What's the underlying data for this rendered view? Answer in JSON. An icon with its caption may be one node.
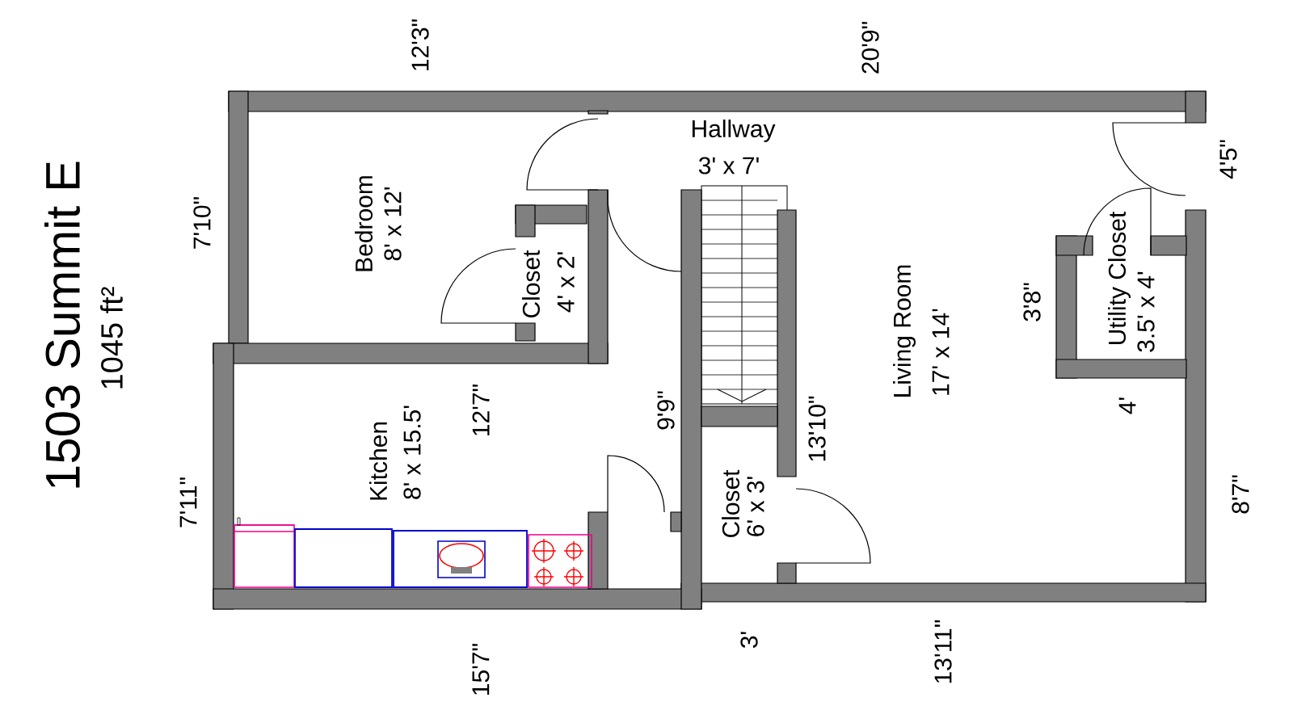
{
  "diagram": {
    "title": "1503 Summit E",
    "labels": [
      "1045 ft²",
      "12'3\"",
      "20'9\"",
      "7'10\"",
      "Bedroom",
      "8' x 12'",
      "Closet",
      "4' x 2'",
      "Hallway",
      "3' x 7'",
      "4'5\"",
      "Utility Closet",
      "3.5' x 4'",
      "3'8\"",
      "Living Room",
      "17' x 14'",
      "7'11\"",
      "Kitchen",
      "8' x 15.5'",
      "12'7\"",
      "9'9\"",
      "13'10\"",
      "4'",
      "Closet",
      "6' x 3'",
      "8'7\"",
      "15'7\"",
      "3'",
      "13'11\""
    ]
  }
}
